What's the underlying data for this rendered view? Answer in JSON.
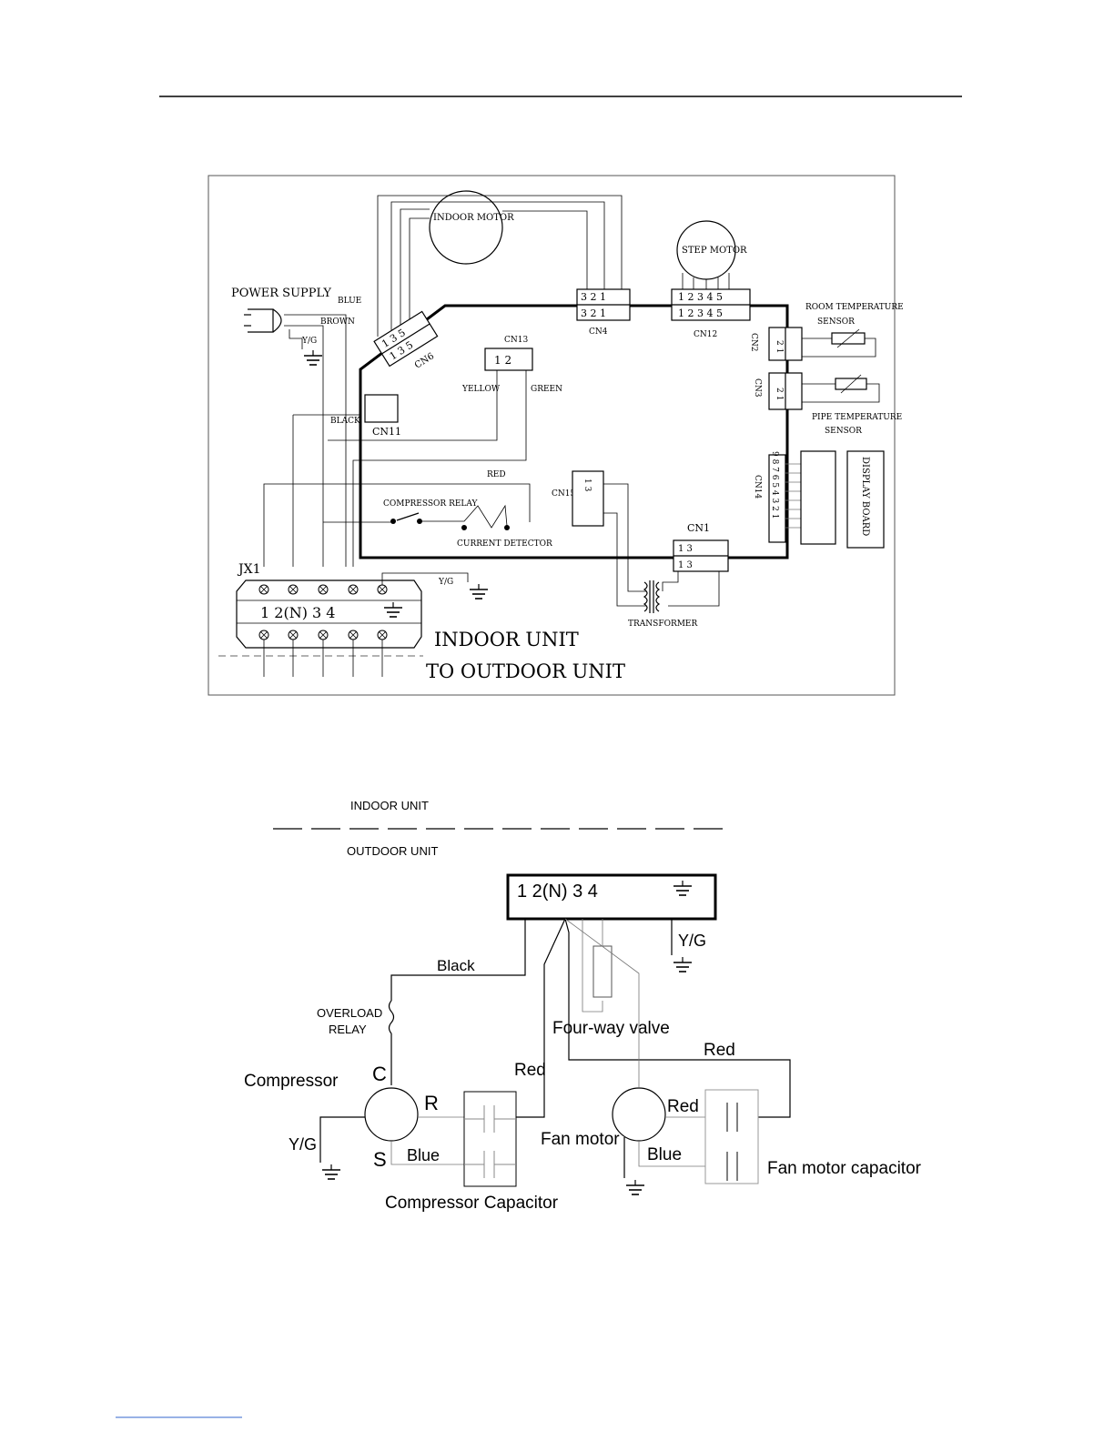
{
  "indoor": {
    "motor": "INDOOR MOTOR",
    "step_motor": "STEP MOTOR",
    "power_supply": "POWER SUPPLY",
    "blue": "BLUE",
    "brown": "BROWN",
    "yg": "Y/G",
    "black": "BLACK",
    "yellow": "YELLOW",
    "green": "GREEN",
    "red": "RED",
    "cn13": "CN13",
    "cn13_pins": "1   2",
    "cn11": "CN11",
    "cn6": "CN6",
    "cn6_pins_top": "1  3  5",
    "cn6_pins_bottom": "1  3  5",
    "cn4": "CN4",
    "cn4_pins_top": "3  2  1",
    "cn4_pins_bottom": "3  2  1",
    "cn12": "CN12",
    "cn12_pins_top": "1 2 3 4 5",
    "cn12_pins_bottom": "1 2 3 4 5",
    "cn2": "CN2",
    "cn2_pins": "2 1",
    "cn3": "CN3",
    "cn3_pins": "2 1",
    "room_temp_l1": "ROOM TEMPERATURE",
    "room_temp_l2": "SENSOR",
    "pipe_temp_l1": "PIPE TEMPERATURE",
    "pipe_temp_l2": "SENSOR",
    "cn14": "CN14",
    "cn14_pins": "9 8 7 6 5 4 3 2 1",
    "display_board": "DISPLAY BOARD",
    "cn15": "CN15",
    "cn15_pins": "1   3",
    "cn1": "CN1",
    "cn1_pins_top": "1     3",
    "cn1_pins_bottom": "1     3",
    "compressor_relay": "COMPRESSOR RELAY",
    "current_detector": "CURRENT DETECTOR",
    "transformer": "TRANSFORMER",
    "jx1": "JX1",
    "terminal_labels": "1  2(N)  3    4",
    "unit_label": "INDOOR UNIT",
    "to_outdoor": "TO OUTDOOR UNIT"
  },
  "outdoor": {
    "indoor_unit": "INDOOR UNIT",
    "outdoor_unit": "OUTDOOR UNIT",
    "terminals": "1  2(N)  3  4",
    "yg_terminal": "Y/G",
    "black": "Black",
    "overload_l1": "OVERLOAD",
    "overload_l2": "RELAY",
    "four_way": "Four-way valve",
    "red_top": "Red",
    "compressor": "Compressor",
    "c": "C",
    "r": "R",
    "s": "S",
    "red_left": "Red",
    "yg_compressor": "Y/G",
    "blue_compressor": "Blue",
    "compressor_capacitor": "Compressor Capacitor",
    "fan_motor": "Fan motor",
    "red_fan": "Red",
    "blue_fan": "Blue",
    "fan_capacitor": "Fan motor capacitor"
  }
}
